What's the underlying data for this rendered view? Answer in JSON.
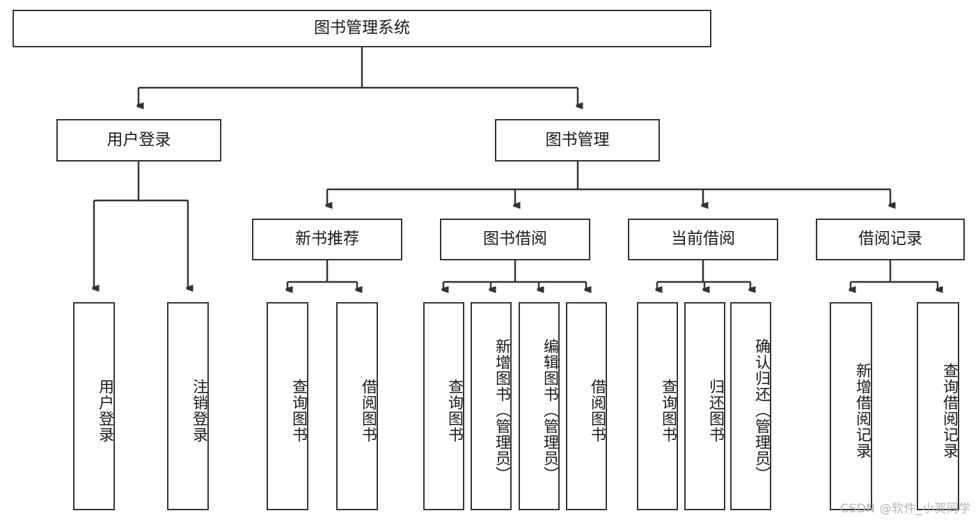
{
  "diagram": {
    "title": "图书管理系统",
    "type": "tree-hierarchy",
    "root": {
      "label": "图书管理系统"
    },
    "level2": [
      {
        "label": "用户登录"
      },
      {
        "label": "图书管理"
      }
    ],
    "level3": [
      {
        "label": "新书推荐"
      },
      {
        "label": "图书借阅"
      },
      {
        "label": "当前借阅"
      },
      {
        "label": "借阅记录"
      }
    ],
    "leaves": {
      "user_login": [
        {
          "label": "用户登录"
        },
        {
          "label": "注销登录"
        }
      ],
      "new_book_recommend": [
        {
          "label": "查询图书"
        },
        {
          "label": "借阅图书"
        }
      ],
      "book_borrow": [
        {
          "label": "查询图书"
        },
        {
          "label": "新增图书（管理员）"
        },
        {
          "label": "编辑图书（管理员）"
        },
        {
          "label": "借阅图书"
        }
      ],
      "current_borrow": [
        {
          "label": "查询图书"
        },
        {
          "label": "归还图书"
        },
        {
          "label": "确认归还（管理员）"
        }
      ],
      "borrow_record": [
        {
          "label": "新增借阅记录"
        },
        {
          "label": "查询借阅记录"
        }
      ]
    }
  },
  "watermark": {
    "text": "CSDN @软件_小贺同学"
  },
  "colors": {
    "stroke": "#333333",
    "fill": "#ffffff",
    "text": "#1a1a1a",
    "watermark": "#b4b4b4"
  }
}
